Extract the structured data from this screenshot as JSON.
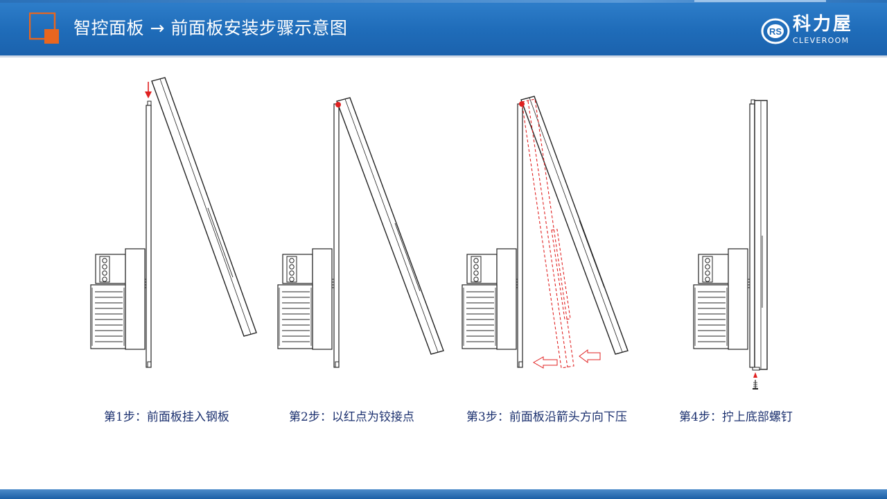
{
  "header": {
    "title": "智控面板 → 前面板安装步骤示意图",
    "brand_name": "科力屋",
    "brand_en": "CLEVEROOM",
    "brand_mark": "RS"
  },
  "colors": {
    "header_blue": "#1f6cb9",
    "accent_orange": "#e8661f",
    "caption_navy": "#1a2f6e",
    "marker_red": "#e02020"
  },
  "steps": [
    {
      "caption": "第1步：前面板挂入钢板"
    },
    {
      "caption": "第2步：以红点为铰接点"
    },
    {
      "caption": "第3步：前面板沿箭头方向下压"
    },
    {
      "caption": "第4步：拧上底部螺钉"
    }
  ]
}
